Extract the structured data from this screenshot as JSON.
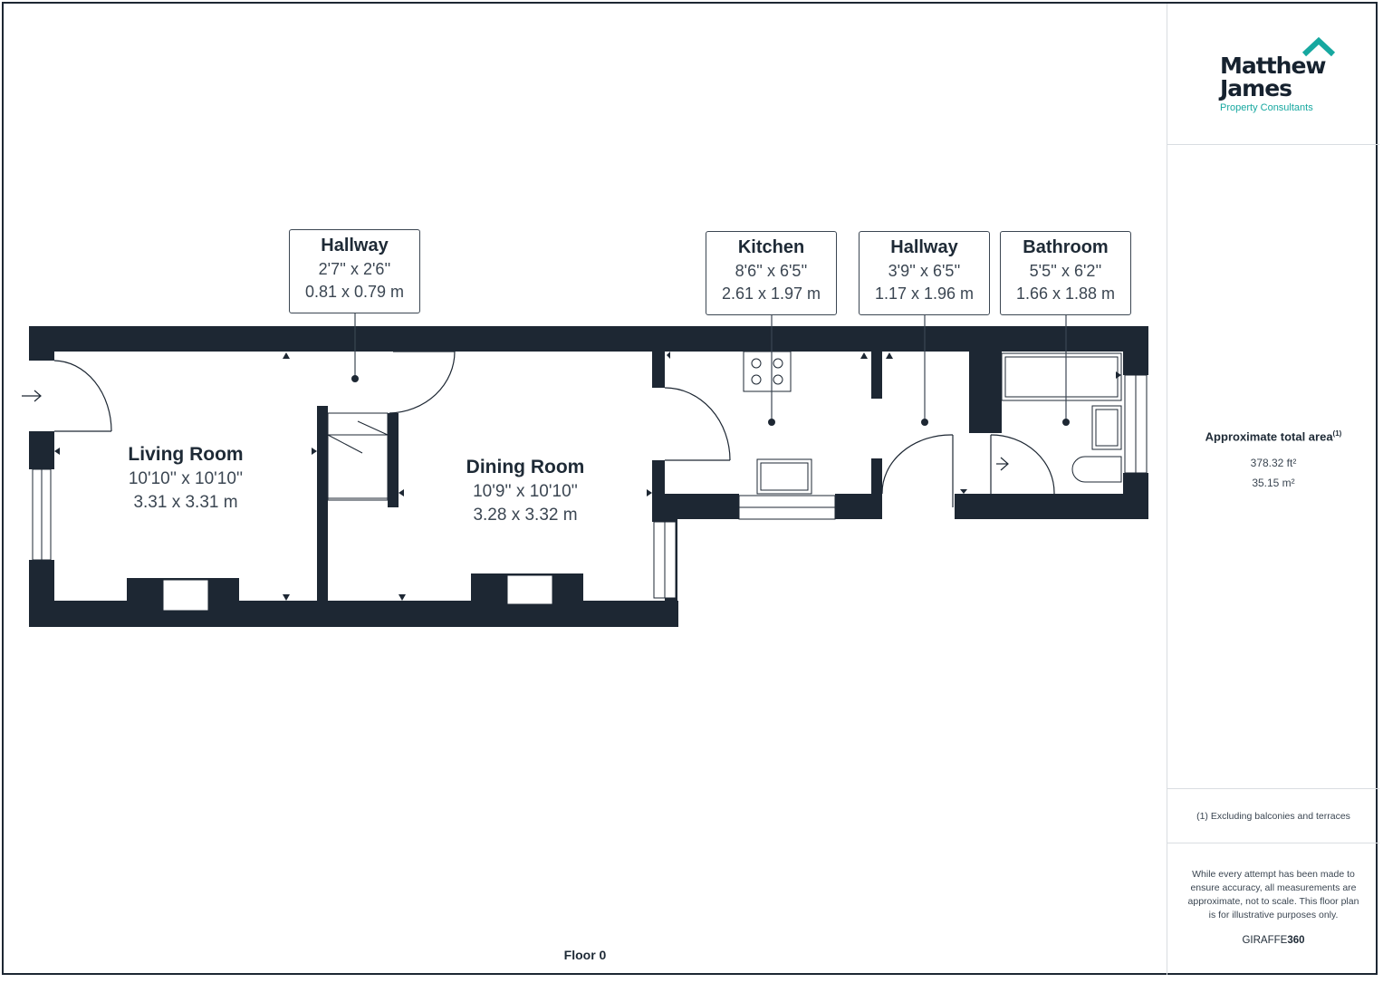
{
  "plan": {
    "floor_label": "Floor 0",
    "callouts": [
      {
        "name": "Hallway",
        "imperial": "2'7'' x 2'6''",
        "metric": "0.81 x 0.79 m"
      },
      {
        "name": "Kitchen",
        "imperial": "8'6'' x 6'5''",
        "metric": "2.61 x 1.97 m"
      },
      {
        "name": "Hallway",
        "imperial": "3'9'' x 6'5''",
        "metric": "1.17 x 1.96 m"
      },
      {
        "name": "Bathroom",
        "imperial": "5'5'' x 6'2''",
        "metric": "1.66 x 1.88 m"
      }
    ],
    "rooms": [
      {
        "name": "Living Room",
        "imperial": "10'10'' x 10'10''",
        "metric": "3.31 x 3.31 m"
      },
      {
        "name": "Dining Room",
        "imperial": "10'9'' x 10'10''",
        "metric": "3.28 x 3.32 m"
      }
    ],
    "colors": {
      "wall": "#1d2733",
      "accent": "#17a8a0"
    }
  },
  "sidebar": {
    "logo": {
      "line1": "Matthew",
      "line2": "James",
      "tagline": "Property Consultants"
    },
    "area_label": "Approximate total area",
    "area_sup": "(1)",
    "area_ft": "378.32 ft²",
    "area_m": "35.15 m²",
    "footnote": "(1) Excluding balconies and terraces",
    "disclaimer": "While every attempt has been made to ensure accuracy, all measurements are approximate, not to scale. This floor plan is for illustrative purposes only.",
    "brand_light": "GIRAFFE",
    "brand_bold": "360"
  }
}
